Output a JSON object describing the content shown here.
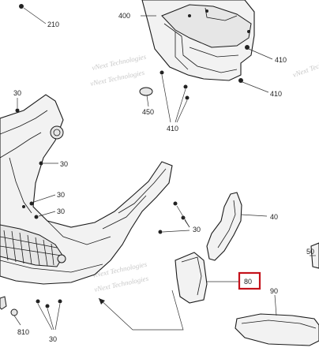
{
  "callouts": {
    "c210": "210",
    "c400": "400",
    "c410a": "410",
    "c410b": "410",
    "c410c": "410",
    "c30a": "30",
    "c450": "450",
    "c30b": "30",
    "c30c": "30",
    "c30d": "30",
    "c30e": "30",
    "c40": "40",
    "c50": "50",
    "c80": "80",
    "c90": "90",
    "c810": "810",
    "c30f": "30"
  },
  "watermarks": {
    "w1": "vNext Technologies",
    "w2": "vNext Technologies",
    "w3": "vNext Technologies",
    "w4": "vNext Technologies",
    "w5": "vNext Technologies"
  },
  "highlight": {
    "part": "80",
    "color": "#c4121b"
  }
}
